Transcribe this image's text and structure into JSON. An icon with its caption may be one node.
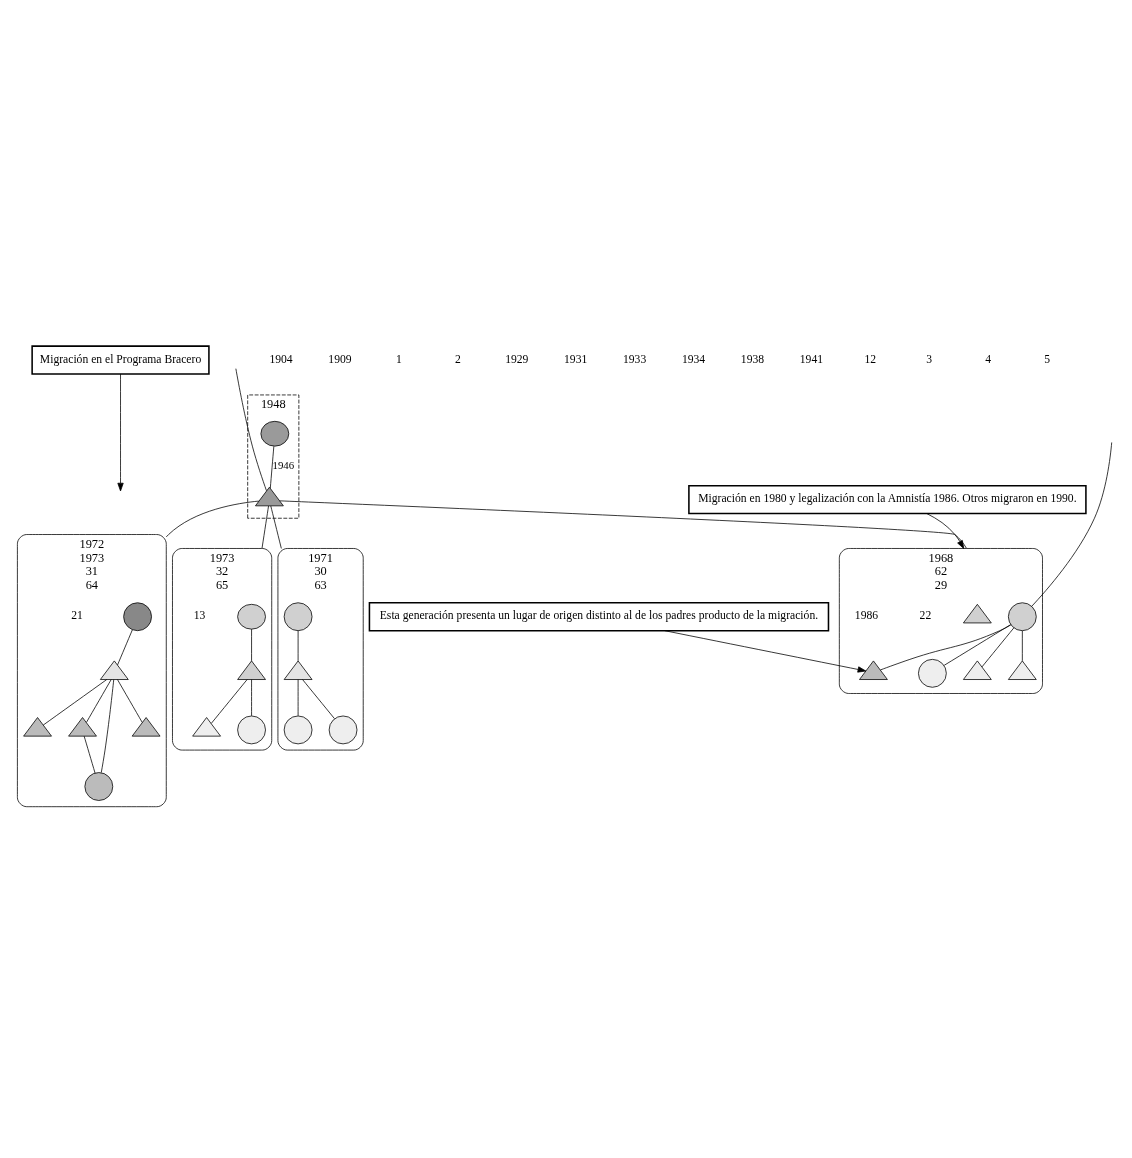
{
  "diagram": {
    "nodes": [
      {
        "text": [
          "Migración en el Programa Bracero"
        ]
      },
      {
        "text": [
          "Migración en 1980 y legalización con la Amnistía 1986. Otros migraron en 1990."
        ]
      },
      {
        "text": [
          "Esta generación presenta un lugar de origen distinto al de los padres producto de la migración."
        ]
      },
      {
        "text": [
          "1948"
        ]
      },
      {
        "text": [],
        "shape": "ellipse",
        "in": 3
      },
      {
        "text": [],
        "shape": "triangle",
        "in": 3
      },
      {
        "text": [
          "1968",
          "62",
          "29"
        ],
        "beside": [
          "22",
          "1986"
        ]
      },
      {
        "text": [],
        "shape": "triangle",
        "in": 6
      },
      {
        "text": [],
        "shape": "circle",
        "in": 6
      },
      {
        "text": [],
        "shape": "triangle",
        "in": 6
      },
      {
        "text": [],
        "shape": "circle",
        "in": 6
      },
      {
        "text": [],
        "shape": "triangle",
        "in": 6
      },
      {
        "text": [],
        "shape": "triangle",
        "in": 6
      },
      {
        "text": [
          "1971",
          "30",
          "63"
        ]
      },
      {
        "text": [],
        "shape": "circle",
        "in": 13
      },
      {
        "text": [],
        "shape": "triangle",
        "in": 13
      },
      {
        "text": [],
        "shape": "circle",
        "in": 13
      },
      {
        "text": [],
        "shape": "circle",
        "in": 13
      },
      {
        "text": [
          "1972",
          "1973",
          "31",
          "64"
        ],
        "beside": [
          "21"
        ]
      },
      {
        "text": [],
        "shape": "circle",
        "in": 18
      },
      {
        "text": [],
        "shape": "triangle",
        "in": 18
      },
      {
        "text": [],
        "shape": "triangle",
        "in": 18
      },
      {
        "text": [],
        "shape": "triangle",
        "in": 18
      },
      {
        "text": [],
        "shape": "circle",
        "in": 18
      },
      {
        "text": [],
        "shape": "triangle",
        "in": 18
      },
      {
        "text": [
          "1973",
          "32",
          "65"
        ],
        "beside": [
          "13"
        ]
      },
      {
        "text": [],
        "shape": "ellipse",
        "in": 25
      },
      {
        "text": [],
        "shape": "triangle",
        "in": 25
      },
      {
        "text": [],
        "shape": "triangle",
        "in": 25
      },
      {
        "text": [],
        "shape": "circle",
        "in": 25
      }
    ],
    "edges": [
      {
        "from": 0,
        "to": null,
        "arrow": "to"
      },
      {
        "from": 1,
        "to": 6,
        "arrow": "to"
      },
      {
        "from": 2,
        "to": 9,
        "arrow": "to"
      },
      {
        "from": null,
        "to": 5,
        "arrow": "none"
      },
      {
        "from": 4,
        "to": 5,
        "arrow": "none",
        "label": "1946"
      },
      {
        "from": 5,
        "to": 6,
        "arrow": "none"
      },
      {
        "from": 5,
        "to": 13,
        "arrow": "none"
      },
      {
        "from": 5,
        "to": 18,
        "arrow": "none"
      },
      {
        "from": 5,
        "to": 25,
        "arrow": "none"
      },
      {
        "from": null,
        "to": 8,
        "arrow": "none"
      },
      {
        "from": 8,
        "to": 9,
        "arrow": "none"
      },
      {
        "from": 8,
        "to": 10,
        "arrow": "none"
      },
      {
        "from": 8,
        "to": 11,
        "arrow": "none"
      },
      {
        "from": 8,
        "to": 12,
        "arrow": "none"
      },
      {
        "from": 14,
        "to": 15,
        "arrow": "none"
      },
      {
        "from": 15,
        "to": 16,
        "arrow": "none"
      },
      {
        "from": 15,
        "to": 17,
        "arrow": "none"
      },
      {
        "from": 19,
        "to": 20,
        "arrow": "none"
      },
      {
        "from": 20,
        "to": 21,
        "arrow": "none"
      },
      {
        "from": 20,
        "to": 22,
        "arrow": "none"
      },
      {
        "from": 20,
        "to": 23,
        "arrow": "none"
      },
      {
        "from": 20,
        "to": 24,
        "arrow": "none"
      },
      {
        "from": 22,
        "to": 23,
        "arrow": "none"
      },
      {
        "from": 26,
        "to": 27,
        "arrow": "none"
      },
      {
        "from": 27,
        "to": 28,
        "arrow": "none"
      },
      {
        "from": 27,
        "to": 29,
        "arrow": "none"
      }
    ],
    "labels": [
      "1904",
      "1909",
      "1",
      "2",
      "1929",
      "1931",
      "1933",
      "1934",
      "1938",
      "1941",
      "12",
      "3",
      "4",
      "5"
    ]
  }
}
